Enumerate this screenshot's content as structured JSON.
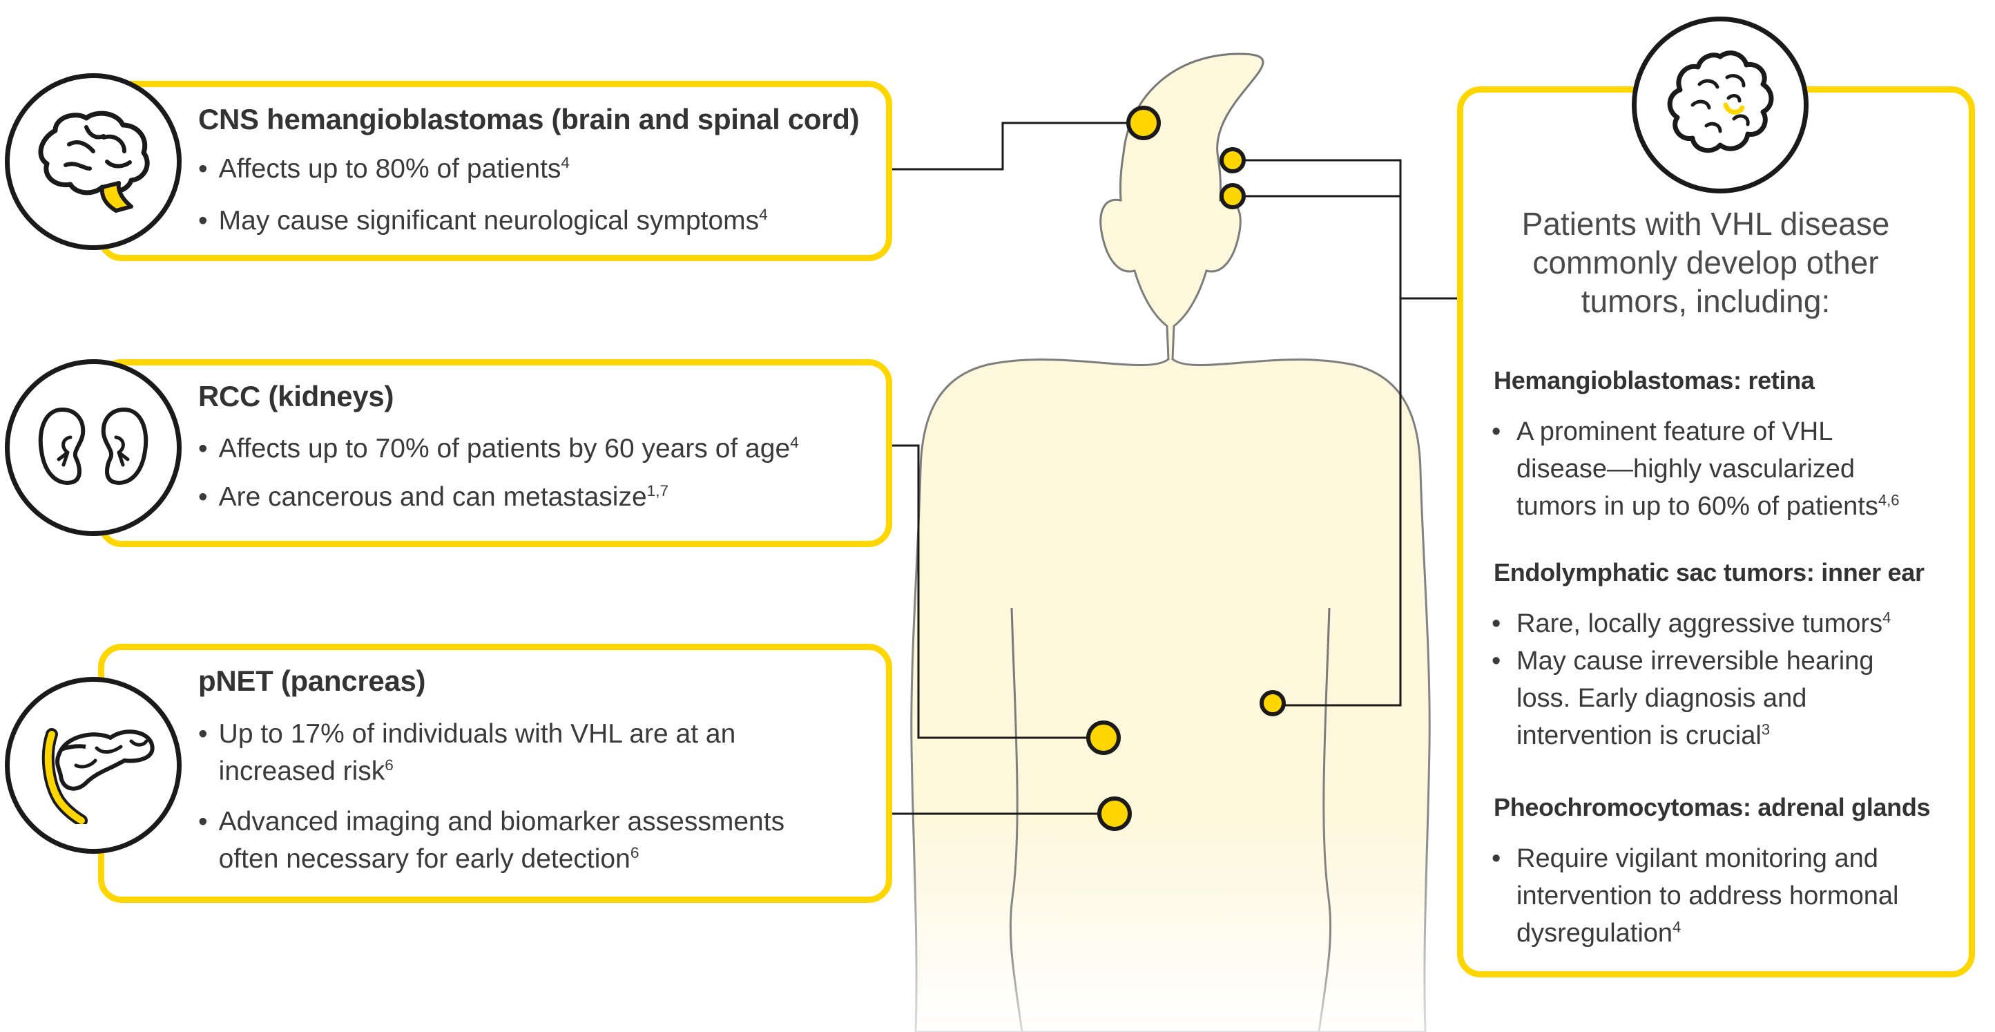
{
  "left_cards": [
    {
      "title": "CNS hemangioblastomas (brain and spinal cord)",
      "icon": "brain-icon",
      "bullets": [
        {
          "text": "Affects up to 80% of patients",
          "sup": "4"
        },
        {
          "text": "May cause significant neurological symptoms",
          "sup": "4"
        }
      ]
    },
    {
      "title": "RCC (kidneys)",
      "icon": "kidneys-icon",
      "bullets": [
        {
          "text": "Affects up to 70% of patients by 60 years of age",
          "sup": "4"
        },
        {
          "text": "Are cancerous and can metastasize",
          "sup": "1,7"
        }
      ]
    },
    {
      "title": "pNET (pancreas)",
      "icon": "pancreas-icon",
      "bullets": [
        {
          "lines": [
            "Up to 17% of individuals with VHL are at an",
            "increased risk"
          ],
          "sup": "6"
        },
        {
          "lines": [
            "Advanced imaging and biomarker assessments",
            "often necessary for early detection"
          ],
          "sup": "6"
        }
      ]
    }
  ],
  "right_panel": {
    "icon": "tumor-cell-icon",
    "intro_lines": [
      "Patients with VHL disease",
      "commonly develop other",
      "tumors, including:"
    ],
    "sections": [
      {
        "title": "Hemangioblastomas: retina",
        "bullets": [
          {
            "lines": [
              "A prominent feature of VHL",
              "disease—highly vascularized",
              "tumors in up to 60% of patients"
            ],
            "sup": "4,6"
          }
        ]
      },
      {
        "title": "Endolymphatic sac tumors: inner ear",
        "bullets": [
          {
            "lines": [
              "Rare, locally aggressive tumors"
            ],
            "sup": "4"
          },
          {
            "lines": [
              "May cause irreversible hearing",
              "loss. Early diagnosis and",
              "intervention is crucial"
            ],
            "sup": "3"
          }
        ]
      },
      {
        "title": "Pheochromocytomas: adrenal glands",
        "bullets": [
          {
            "lines": [
              "Require vigilant monitoring and",
              "intervention to address hormonal",
              "dysregulation"
            ],
            "sup": "4"
          }
        ]
      }
    ]
  },
  "bullet_char": "•",
  "colors": {
    "accent_yellow": "#ffd600",
    "body_fill": "#fdf8dc",
    "outline": "#1a1a1a",
    "text": "#3a3a3a"
  }
}
